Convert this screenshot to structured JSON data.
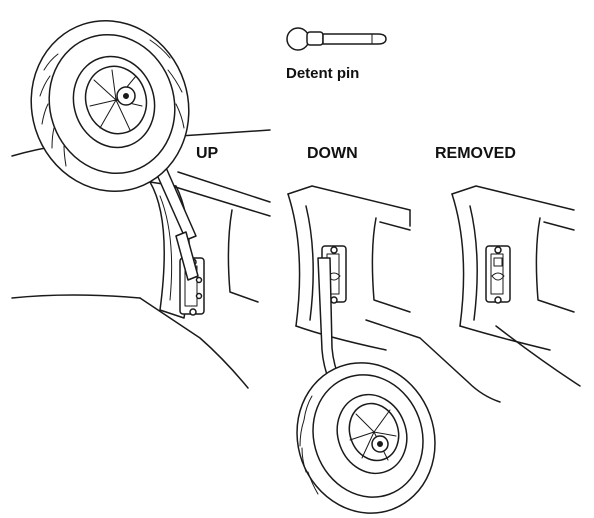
{
  "labels": {
    "detent_pin": "Detent pin",
    "up": "UP",
    "down": "DOWN",
    "removed": "REMOVED"
  },
  "colors": {
    "line": "#1a1a1a",
    "background": "#ffffff"
  }
}
